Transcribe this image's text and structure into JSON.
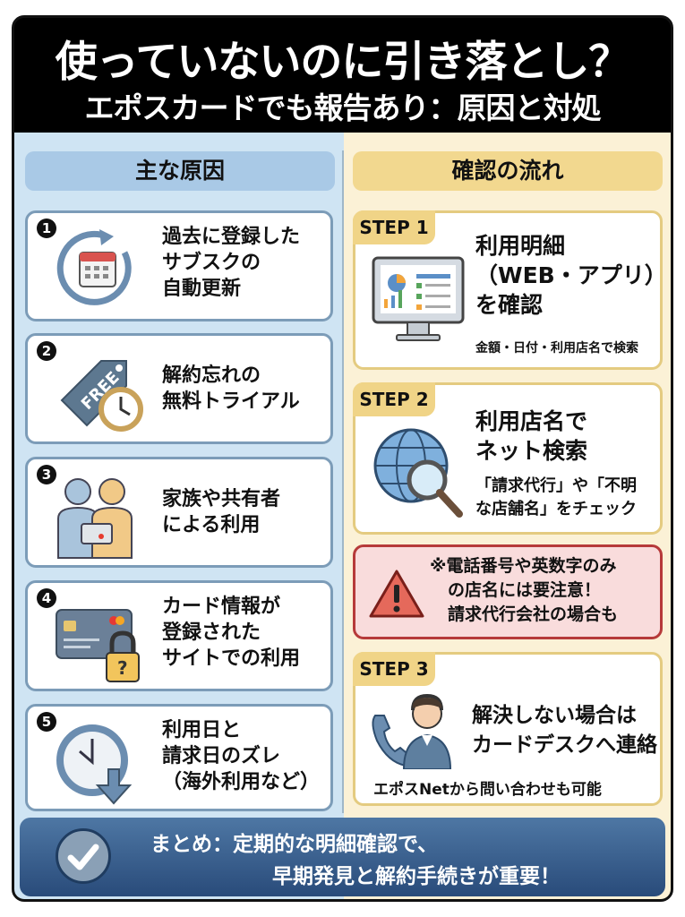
{
  "header": {
    "title": "使っていないのに引き落とし？",
    "subtitle": "エポスカードでも報告あり：原因と対処"
  },
  "causes": {
    "heading": "主な原因",
    "items": [
      {
        "number": "1",
        "icon": "calendar-refresh-icon",
        "lines": [
          "過去に登録した",
          "サブスクの",
          "自動更新"
        ]
      },
      {
        "number": "2",
        "icon": "free-tag-clock-icon",
        "lines": [
          "解約忘れの",
          "無料トライアル"
        ]
      },
      {
        "number": "3",
        "icon": "shared-card-people-icon",
        "lines": [
          "家族や共有者",
          "による利用"
        ]
      },
      {
        "number": "4",
        "icon": "card-lock-icon",
        "lines": [
          "カード情報が",
          "登録された",
          "サイトでの利用"
        ]
      },
      {
        "number": "5",
        "icon": "clock-delay-icon",
        "lines": [
          "利用日と",
          "請求日のズレ",
          "（海外利用など）"
        ]
      }
    ]
  },
  "flow": {
    "heading": "確認の流れ",
    "steps": [
      {
        "tag": "STEP 1",
        "icon": "monitor-dashboard-icon",
        "main": [
          "利用明細",
          "（WEB・アプリ）",
          "を確認"
        ],
        "sub": "金額・日付・利用店名で検索"
      },
      {
        "tag": "STEP 2",
        "icon": "globe-search-icon",
        "main": [
          "利用店名で",
          "ネット検索"
        ],
        "sub": [
          "「請求代行」や「不明",
          "な店舗名」をチェック"
        ]
      },
      {
        "tag": "STEP 3",
        "icon": "support-operator-icon",
        "main": [
          "解決しない場合は",
          "カードデスクへ連絡"
        ],
        "sub": "エポスNetから問い合わせも可能"
      }
    ],
    "warning": {
      "icon": "warning-triangle-icon",
      "lines": [
        "※電話番号や英数字のみ",
        "の店名には要注意！",
        "請求代行会社の場合も"
      ]
    }
  },
  "summary": {
    "icon": "checkmark-icon",
    "line1": "まとめ：定期的な明細確認で、",
    "line2": "早期発見と解約手続きが重要！"
  },
  "colors": {
    "left_bg": "#cfe4f3",
    "right_bg": "#fbf1d6",
    "summary_bg": "#3a6190",
    "warning_border": "#b63a3a"
  }
}
